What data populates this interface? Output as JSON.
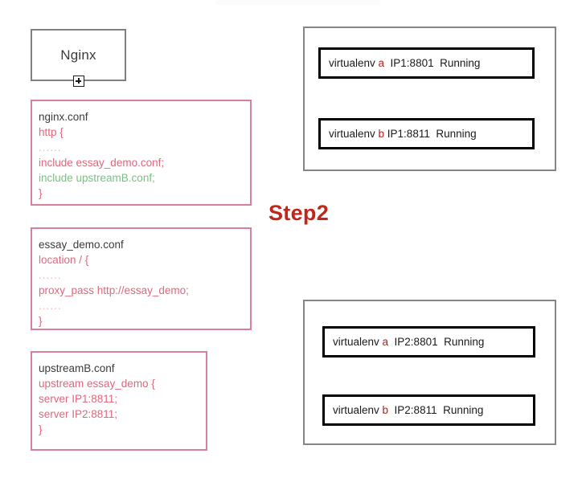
{
  "diagram": {
    "step_label": "Step2",
    "nginx_node": {
      "label": "Nginx",
      "handle_icon": "plus-icon"
    },
    "config_cards": [
      {
        "id": "nginx-conf",
        "title": "nginx.conf",
        "lines": [
          {
            "text": "http {",
            "color": "pink"
          },
          {
            "text": "......",
            "color": "dots"
          },
          {
            "text": "include essay_demo.conf;",
            "color": "pink"
          },
          {
            "text": "include upstreamB.conf;",
            "color": "green"
          },
          {
            "text": "}",
            "color": "pink"
          }
        ]
      },
      {
        "id": "essay-demo-conf",
        "title": "essay_demo.conf",
        "lines": [
          {
            "text": "location / {",
            "color": "pink"
          },
          {
            "text": "......",
            "color": "dots"
          },
          {
            "text": "proxy_pass http://essay_demo;",
            "color": "pink"
          },
          {
            "text": "......",
            "color": "dots"
          },
          {
            "text": "}",
            "color": "pink"
          }
        ]
      },
      {
        "id": "upstreamb-conf",
        "title": "upstreamB.conf",
        "lines": [
          {
            "text": "upstream essay_demo {",
            "color": "pink"
          },
          {
            "text": "server IP1:8811;",
            "color": "pink"
          },
          {
            "text": "server IP2:8811;",
            "color": "pink"
          },
          {
            "text": "}",
            "color": "pink"
          }
        ]
      }
    ],
    "servers": [
      {
        "id": "server-1",
        "rows": [
          {
            "prefix": "virtualenv ",
            "letter": "a",
            "suffix": "  IP1:8801  Running"
          },
          {
            "prefix": "virtualenv ",
            "letter": "b",
            "suffix": " IP1:8811  Running"
          }
        ]
      },
      {
        "id": "server-2",
        "rows": [
          {
            "prefix": "virtualenv ",
            "letter": "a",
            "suffix": "  IP2:8801  Running"
          },
          {
            "prefix": "virtualenv ",
            "letter": "b",
            "suffix": "  IP2:8811  Running"
          }
        ]
      }
    ]
  },
  "colors": {
    "pink_border": "#d97f99",
    "pink_text": "#e0677c",
    "green_text": "#74c47f",
    "dots_text": "#f0b4c2",
    "title_text": "#3b3b3b",
    "step_red": "#c0261a",
    "venv_letter_red": "#b3201b",
    "gray_border": "#858585",
    "black_border": "#000000"
  }
}
